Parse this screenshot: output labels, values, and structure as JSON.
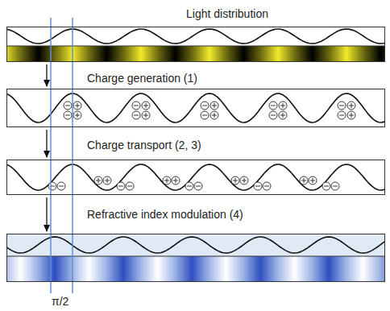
{
  "diagram": {
    "nodes": [
      {
        "text": [
          "Light distribution"
        ]
      },
      {
        "text": [
          "Charge generation (1)"
        ]
      },
      {
        "text": [
          "Charge transport (2, 3)"
        ]
      },
      {
        "text": [
          "Refractive index modulation (4)"
        ]
      }
    ],
    "edges": [
      {
        "from": 0,
        "to": 1,
        "arrow": "to"
      },
      {
        "from": 1,
        "to": 2,
        "arrow": "to"
      },
      {
        "from": 2,
        "to": 3,
        "arrow": "to"
      }
    ],
    "labels": [
      "π/2"
    ]
  }
}
